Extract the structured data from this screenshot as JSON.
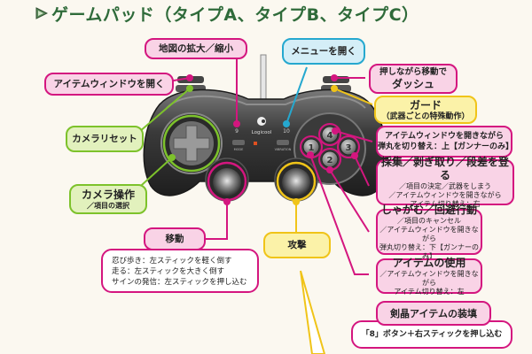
{
  "page": {
    "title": "ゲームパッド（タイプA、タイプB、タイプC）",
    "title_icon": "triangle-arrow-icon"
  },
  "gamepad": {
    "brand": "Logicool",
    "button_labels": {
      "b9": "9",
      "b10": "10",
      "b1": "1",
      "b2": "2",
      "b3": "3",
      "b4": "4",
      "mode": "MODE",
      "vibration": "VIBRATION"
    }
  },
  "callouts": {
    "map_zoom": {
      "label": "地図の拡大／縮小",
      "color": "#d4167f"
    },
    "item_window": {
      "label": "アイテムウィンドウを開く",
      "color": "#d4167f"
    },
    "menu": {
      "label": "メニューを開く",
      "color": "#25a8cf"
    },
    "dash": {
      "line1": "押しながら移動で",
      "line2": "ダッシュ",
      "color": "#d4167f"
    },
    "guard": {
      "line1": "ガード",
      "line2": "（武器ごとの特殊動作）",
      "color": "#f0c419"
    },
    "camera_reset": {
      "label": "カメラリセット",
      "color": "#7dc22b"
    },
    "camera_control": {
      "line1": "カメラ操作",
      "line2": "／項目の選択",
      "color": "#7dc22b"
    },
    "button4": {
      "line1": "アイテムウィンドウを開きながら",
      "line2": "弾丸を切り替え：上【ガンナーのみ】",
      "color": "#d4167f"
    },
    "button3": {
      "title": "採集／剥ぎ取り／段差を登る",
      "lines": [
        "／項目の決定／武器をしまう",
        "／アイテムウィンドウを開きながら",
        "アイテム切り替え：右"
      ],
      "color": "#d4167f"
    },
    "button2": {
      "title": "しゃがむ／回避行動",
      "lines": [
        "／項目のキャンセル",
        "／アイテムウィンドウを開きながら",
        "弾丸切り替え：下【ガンナーのみ】"
      ],
      "color": "#d4167f"
    },
    "button1": {
      "title": "アイテムの使用",
      "lines": [
        "／アイテムウィンドウを開きながら",
        "アイテム切り替え：左"
      ],
      "color": "#d4167f"
    },
    "move": {
      "label": "移動",
      "lines": [
        "忍び歩き：左スティックを軽く倒す",
        "走る：左スティックを大きく倒す",
        "サインの発信：左スティックを押し込む"
      ],
      "color": "#d4167f"
    },
    "attack": {
      "label": "攻撃",
      "color": "#f0c419"
    },
    "crystal": {
      "label": "剣晶アイテムの装填",
      "desc": "「8」ボタン＋右スティックを押し込む",
      "color": "#d4167f"
    }
  }
}
